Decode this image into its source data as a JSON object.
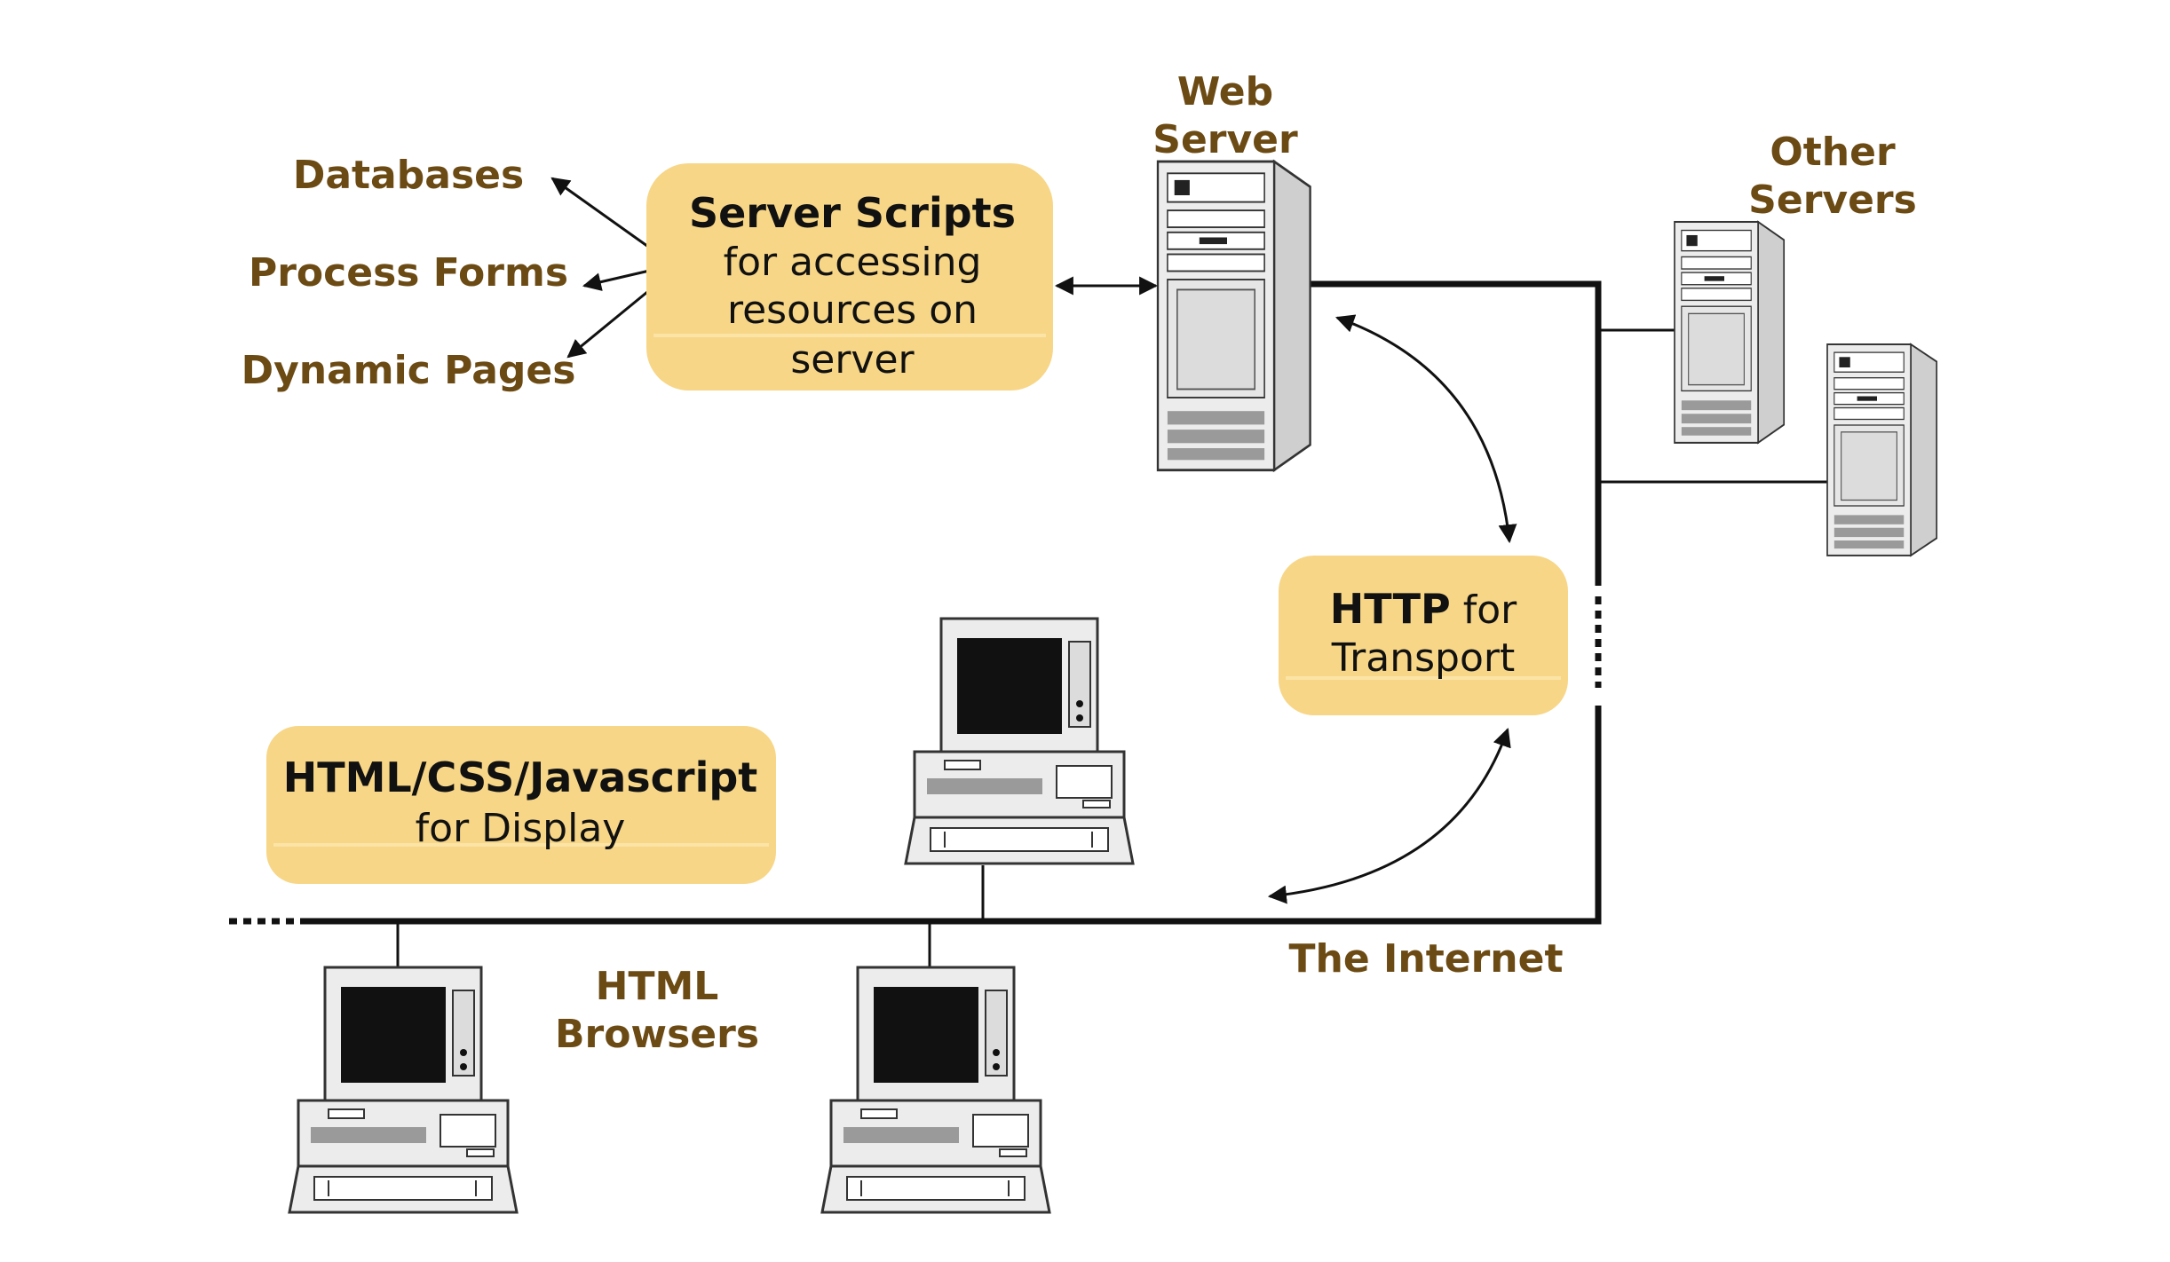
{
  "labels": {
    "web_server": [
      "Web",
      "Server"
    ],
    "other_servers": [
      "Other",
      "Servers"
    ],
    "databases": "Databases",
    "process_forms": "Process Forms",
    "dynamic_pages": "Dynamic Pages",
    "html_browsers": [
      "HTML",
      "Browsers"
    ],
    "internet": "The Internet"
  },
  "boxes": {
    "server_scripts": {
      "title": "Server Scripts",
      "lines": [
        "for accessing",
        "resources on",
        "server"
      ]
    },
    "http": {
      "bold": "HTTP",
      "rest": " for",
      "line2": "Transport"
    },
    "html_css_js": {
      "title": "HTML/CSS/Javascript",
      "line2": "for Display"
    }
  },
  "colors": {
    "label_brown": "#6b4a14",
    "box_fill": "#f7d687",
    "line": "#111111"
  }
}
